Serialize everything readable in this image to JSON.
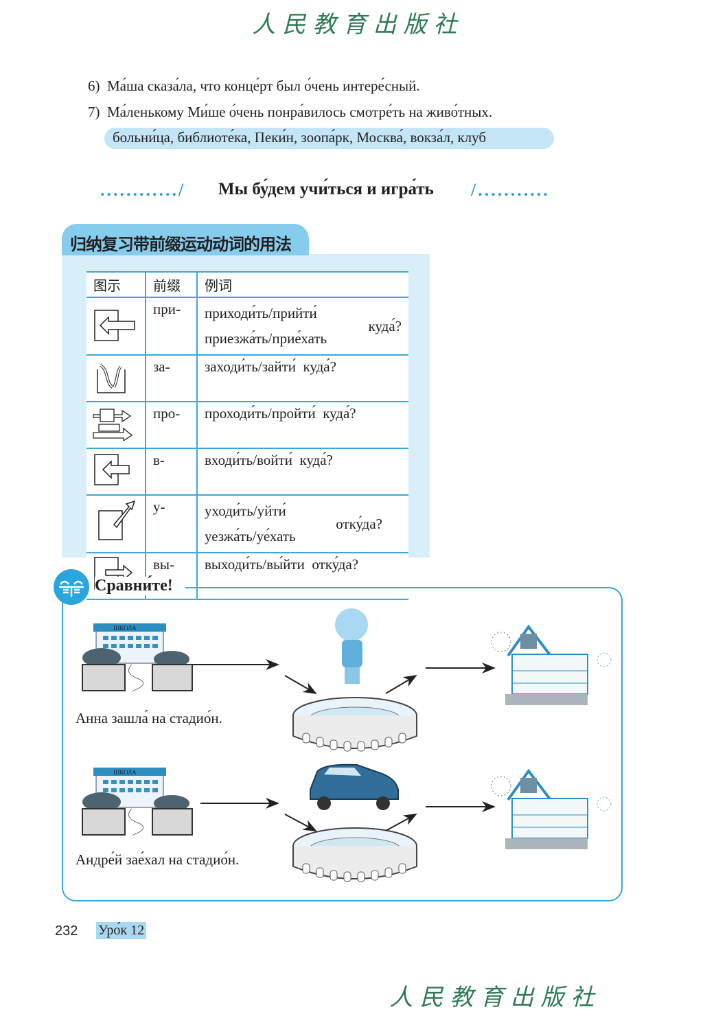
{
  "publisher_logo": "人民教育出版社",
  "exercise": {
    "items": [
      {
        "num": "6)",
        "text": "Ма́ша сказа́ла, что конце́рт был о́чень интере́сный."
      },
      {
        "num": "7)",
        "text": "Ма́ленькому Ми́ше о́чень понра́вилось смотре́ть на живо́тных."
      }
    ],
    "word_bank": "больни́ца, библиоте́ка, Пеки́н, зоопа́рк, Москва́, вокза́л, клуб"
  },
  "section": {
    "dots_left": "............/",
    "title": "Мы бу́дем учи́ться и игра́ть",
    "dots_right": "/..........."
  },
  "grammar": {
    "title": "归纳复习带前缀运动动词的用法",
    "headers": [
      "图示",
      "前缀",
      "例词"
    ],
    "rows": [
      {
        "icon": "arrow-into-box",
        "prefix": "при-",
        "lines": [
          "приходи́ть/прийти́",
          "приезжа́ть/прие́хать"
        ],
        "question": "куда́?"
      },
      {
        "icon": "arrow-into-and-out",
        "prefix": "за-",
        "lines": [
          "заходи́ть/зайти́"
        ],
        "question": "куда́?"
      },
      {
        "icon": "arrow-past-objects",
        "prefix": "про-",
        "lines": [
          "проходи́ть/пройти́"
        ],
        "question": "куда́?"
      },
      {
        "icon": "arrow-into-box",
        "prefix": "в-",
        "lines": [
          "входи́ть/войти́"
        ],
        "question": "куда́?"
      },
      {
        "icon": "arrow-away-diagonal",
        "prefix": "у-",
        "lines": [
          "уходи́ть/уйти́",
          "уезжа́ть/уе́хать"
        ],
        "question": "отку́да?"
      },
      {
        "icon": "arrow-out-of-box",
        "prefix": "вы-",
        "lines": [
          "выходи́ть/вы́йти"
        ],
        "question": "отку́да?"
      }
    ]
  },
  "compare": {
    "title": "Сравни́те!",
    "school_sign": "ШКОЛА",
    "captions": [
      "Анна зашла́ на стадио́н.",
      "Андре́й зае́хал на стадио́н."
    ]
  },
  "footer": {
    "page": "232",
    "lesson": "Уро́к 12"
  },
  "colors": {
    "accent": "#2aa5e0",
    "pill": "#c3e5f6",
    "logo": "#2f7a55"
  }
}
